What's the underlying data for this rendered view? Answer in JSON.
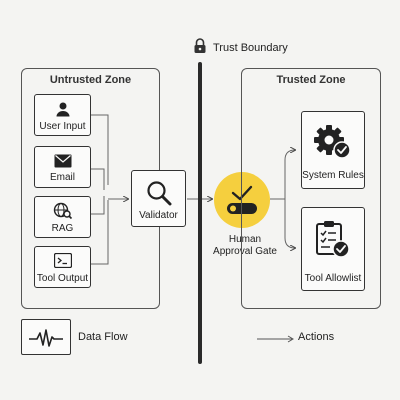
{
  "boundary": {
    "title": "Trust Boundary",
    "lock_icon": "lock-icon"
  },
  "untrusted_zone": {
    "title": "Untrusted Zone",
    "inputs": [
      {
        "label": "User Input",
        "icon": "user-icon"
      },
      {
        "label": "Email",
        "icon": "envelope-icon"
      },
      {
        "label": "RAG",
        "icon": "globe-search-icon"
      },
      {
        "label": "Tool Output",
        "icon": "terminal-icon"
      }
    ]
  },
  "validator": {
    "label": "Validator",
    "icon": "magnifier-icon"
  },
  "gate": {
    "label_line1": "Human",
    "label_line2": "Approval Gate",
    "icon": "check-toggle-icon",
    "color": "#f5cf3e"
  },
  "trusted_zone": {
    "title": "Trusted Zone",
    "items": [
      {
        "label": "System Rules",
        "icon": "gear-check-icon"
      },
      {
        "label": "Tool Allowlist",
        "icon": "clipboard-check-icon"
      }
    ]
  },
  "legend": {
    "data_flow": {
      "label": "Data Flow",
      "icon": "pulse-wave-icon"
    },
    "actions": {
      "label": "Actions",
      "icon": "arrow-right-icon"
    }
  }
}
